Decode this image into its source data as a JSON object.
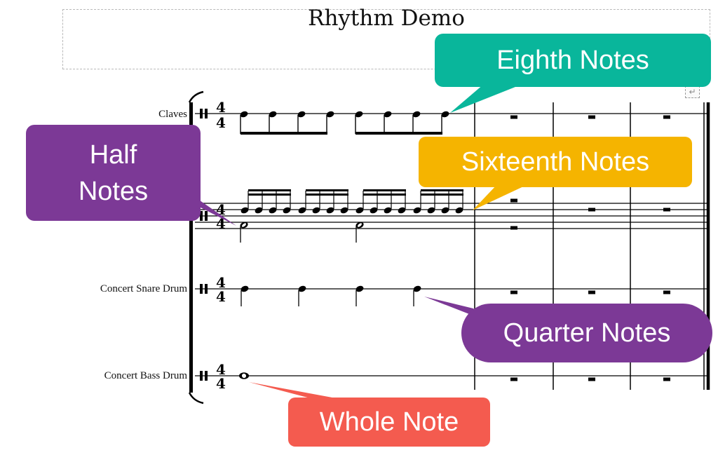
{
  "score": {
    "title": "Rhythm Demo",
    "time_signature": {
      "numerator": "4",
      "denominator": "4"
    },
    "staves": [
      {
        "label": "Claves"
      },
      {
        "label": ""
      },
      {
        "label": "Concert Snare Drum"
      },
      {
        "label": "Concert Bass Drum"
      }
    ]
  },
  "icons": {
    "enter_icon": "↵"
  },
  "callouts": {
    "eighth": {
      "text": "Eighth Notes",
      "color": "#09b69b"
    },
    "half": {
      "line1": "Half",
      "line2": "Notes",
      "color": "#7c3996"
    },
    "sixteenth": {
      "text": "Sixteenth Notes",
      "color": "#f5b400"
    },
    "quarter": {
      "text": "Quarter Notes",
      "color": "#7c3996"
    },
    "whole": {
      "text": "Whole Note",
      "color": "#f45b4f"
    }
  }
}
